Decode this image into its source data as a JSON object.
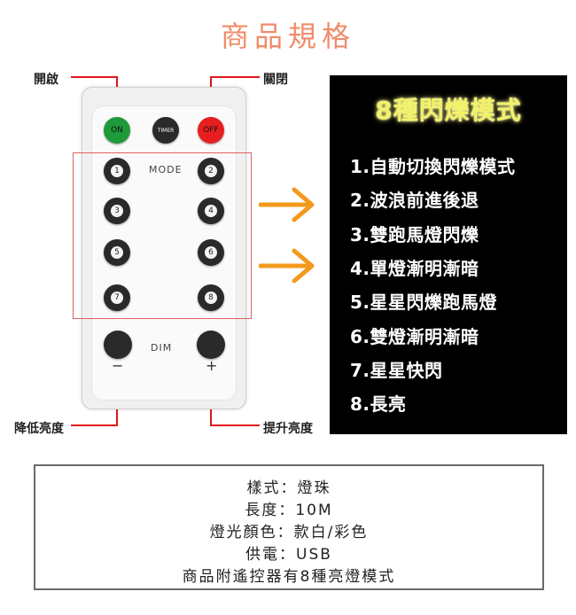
{
  "title": "商品規格",
  "callouts": {
    "open": "開啟",
    "close": "關閉",
    "dim_down": "降低亮度",
    "dim_up": "提升亮度"
  },
  "remote": {
    "on_label": "ON",
    "timer_label": "TIMER",
    "off_label": "OFF",
    "mode_label": "MODE",
    "dim_label": "DIM",
    "minus": "−",
    "plus": "+",
    "buttons": [
      "1",
      "2",
      "3",
      "4",
      "5",
      "6",
      "7",
      "8"
    ]
  },
  "colors": {
    "title": "#f08c6a",
    "callout_line": "#e0161c",
    "arrow": "#f39a1c",
    "panel_title": "#f2f26a",
    "on": "#1e9a3a",
    "off": "#e81e1e"
  },
  "panel": {
    "title": "8種閃爍模式",
    "modes": [
      "1.自動切換閃爍模式",
      "2.波浪前進後退",
      "3.雙跑馬燈閃爍",
      "4.單燈漸明漸暗",
      "5.星星閃爍跑馬燈",
      "6.雙燈漸明漸暗",
      "7.星星快閃",
      "8.長亮"
    ]
  },
  "specs": {
    "lines": [
      "樣式：燈珠",
      "長度：10M",
      "燈光顏色：款白/彩色",
      "供電：USB",
      "商品附遙控器有8種亮燈模式"
    ]
  }
}
